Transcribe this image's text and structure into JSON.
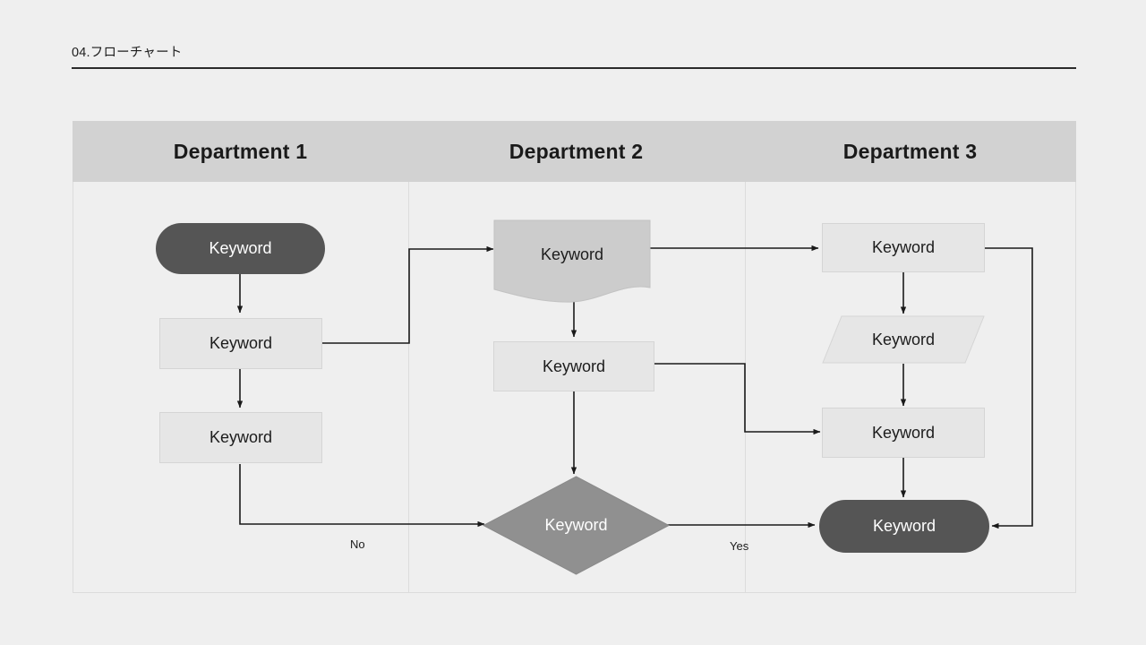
{
  "slide": {
    "title": "04.フローチャート",
    "background_color": "#EFEFEF"
  },
  "lanes": {
    "header_background": "#D2D2D2",
    "items": [
      {
        "label": "Department 1"
      },
      {
        "label": "Department 2"
      },
      {
        "label": "Department 3"
      }
    ]
  },
  "palette": {
    "dark_fill": "#555555",
    "dark_text": "#FFFFFF",
    "light_fill": "#E6E6E6",
    "light_stroke": "#D5D5D5",
    "document_fill": "#CCCCCC",
    "decision_fill": "#909090",
    "connector_stroke": "#1A1A1A",
    "panel_border": "#DCDCDC"
  },
  "flowchart": {
    "type": "diagram",
    "nodes": [
      {
        "id": "d1-start",
        "lane": "Department 1",
        "shape": "stadium",
        "label": "Keyword"
      },
      {
        "id": "d1-process1",
        "lane": "Department 1",
        "shape": "rectangle",
        "label": "Keyword"
      },
      {
        "id": "d1-process2",
        "lane": "Department 1",
        "shape": "rectangle",
        "label": "Keyword"
      },
      {
        "id": "d2-document",
        "lane": "Department 2",
        "shape": "document",
        "label": "Keyword"
      },
      {
        "id": "d2-process1",
        "lane": "Department 2",
        "shape": "rectangle",
        "label": "Keyword"
      },
      {
        "id": "d2-decision",
        "lane": "Department 2",
        "shape": "diamond",
        "label": "Keyword"
      },
      {
        "id": "d3-process1",
        "lane": "Department 3",
        "shape": "rectangle",
        "label": "Keyword"
      },
      {
        "id": "d3-data",
        "lane": "Department 3",
        "shape": "parallelogram",
        "label": "Keyword"
      },
      {
        "id": "d3-process2",
        "lane": "Department 3",
        "shape": "rectangle",
        "label": "Keyword"
      },
      {
        "id": "d3-end",
        "lane": "Department 3",
        "shape": "stadium",
        "label": "Keyword"
      }
    ],
    "edges": [
      {
        "from": "d1-start",
        "to": "d1-process1",
        "label": ""
      },
      {
        "from": "d1-process1",
        "to": "d1-process2",
        "label": ""
      },
      {
        "from": "d1-process1",
        "to": "d2-document",
        "label": ""
      },
      {
        "from": "d2-document",
        "to": "d2-process1",
        "label": ""
      },
      {
        "from": "d2-process1",
        "to": "d2-decision",
        "label": ""
      },
      {
        "from": "d2-process1",
        "to": "d3-process2",
        "label": ""
      },
      {
        "from": "d1-process2",
        "to": "d2-decision",
        "label": "No"
      },
      {
        "from": "d2-decision",
        "to": "d3-end",
        "label": "Yes"
      },
      {
        "from": "d2-document",
        "to": "d3-process1",
        "label": ""
      },
      {
        "from": "d3-process1",
        "to": "d3-data",
        "label": ""
      },
      {
        "from": "d3-data",
        "to": "d3-process2",
        "label": ""
      },
      {
        "from": "d3-process2",
        "to": "d3-end",
        "label": ""
      },
      {
        "from": "d3-process1",
        "to": "d3-end",
        "label": ""
      }
    ],
    "edge_labels": [
      {
        "id": "no-label",
        "text": "No"
      },
      {
        "id": "yes-label",
        "text": "Yes"
      }
    ]
  }
}
